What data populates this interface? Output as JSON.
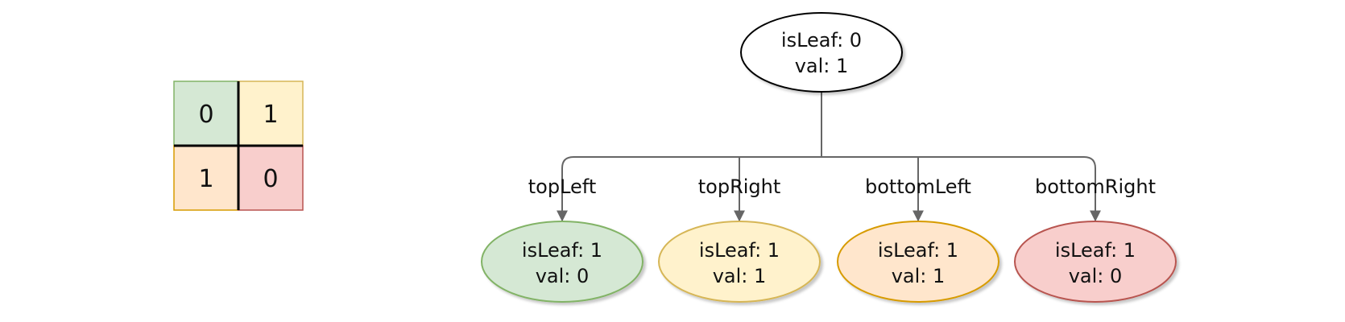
{
  "grid": {
    "cells": [
      {
        "value": "0",
        "fill": "#d5e8d4",
        "stroke": "#82b366"
      },
      {
        "value": "1",
        "fill": "#fff2cc",
        "stroke": "#d6b656"
      },
      {
        "value": "1",
        "fill": "#ffe6cc",
        "stroke": "#d79b00"
      },
      {
        "value": "0",
        "fill": "#f8cecc",
        "stroke": "#b85450"
      }
    ]
  },
  "tree": {
    "root": {
      "line1": "isLeaf: 0",
      "line2": "val: 1",
      "fill": "#ffffff",
      "stroke": "#000000"
    },
    "edge_color": "#666666",
    "children": [
      {
        "edge_label": "topLeft",
        "line1": "isLeaf: 1",
        "line2": "val: 0",
        "fill": "#d5e8d4",
        "stroke": "#82b366"
      },
      {
        "edge_label": "topRight",
        "line1": "isLeaf: 1",
        "line2": "val: 1",
        "fill": "#fff2cc",
        "stroke": "#d6b656"
      },
      {
        "edge_label": "bottomLeft",
        "line1": "isLeaf: 1",
        "line2": "val: 1",
        "fill": "#ffe6cc",
        "stroke": "#d79b00"
      },
      {
        "edge_label": "bottomRight",
        "line1": "isLeaf: 1",
        "line2": "val: 0",
        "fill": "#f8cecc",
        "stroke": "#b85450"
      }
    ]
  }
}
